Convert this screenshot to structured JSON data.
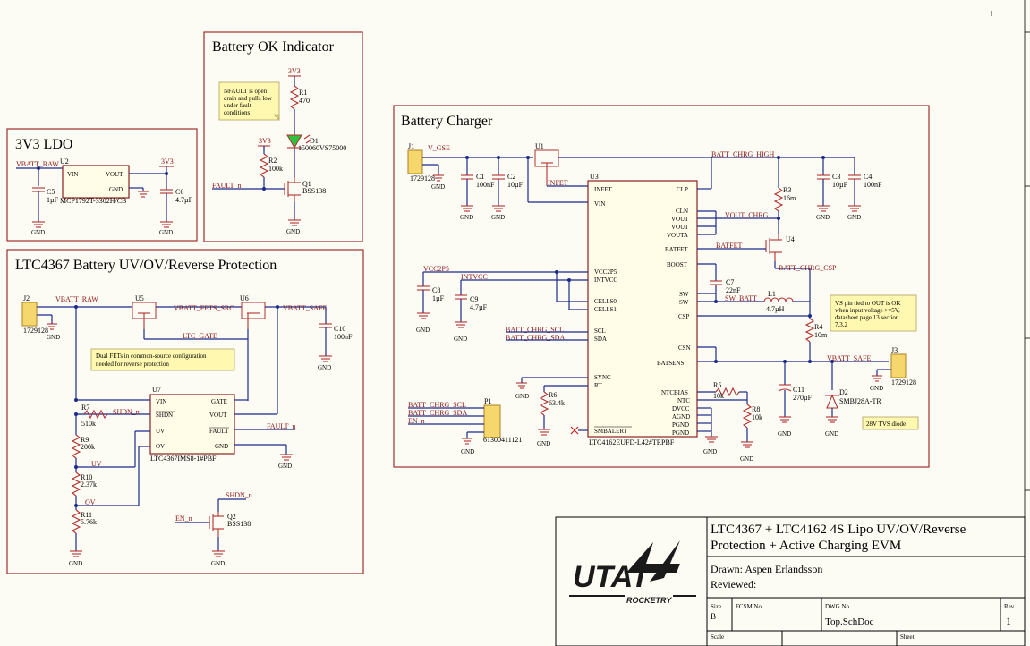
{
  "sections": {
    "battery_ok": "Battery OK Indicator",
    "ldo": "3V3 LDO",
    "charger": "Battery Charger",
    "protection": "LTC4367 Battery UV/OV/Reverse Protection"
  },
  "notes": {
    "nfault": "NFAULT is open drain and pulls low under fault conditions",
    "nfault_lines": [
      "NFAULT is open",
      "drain and pulls low",
      "under fault",
      "conditions"
    ],
    "dual_fets_lines": [
      "Dual FETs in common-source configuration",
      "needed for reverse protection"
    ],
    "vs_pin_lines": [
      "VS pin tied to OUT is OK",
      "when input voltage >=5V,",
      "datasheet page 13 section",
      "7.3.2"
    ],
    "tvs": "28V TVS diode"
  },
  "nets": {
    "v3v3": "3V3",
    "vbatt_raw": "VBATT_RAW",
    "fault_n": "FAULT_n",
    "vbatt_fets_src": "VBATT_FETS_SRC",
    "vbatt_safe": "VBATT_SAFE",
    "ltc_gate": "LTC_GATE",
    "shdn_n": "SHDN_n",
    "uv": "UV",
    "ov": "OV",
    "en_n": "EN_n",
    "v_gse": "V_GSE",
    "batt_chrg_high": "BATT_CHRG_HIGH",
    "infet": "INFET",
    "vout_chrg": "VOUT_CHRG",
    "batfet": "BATFET",
    "batt_chrg_csp": "BATT_CHRG_CSP",
    "vcc2p5": "VCC2P5",
    "intvcc": "INTVCC",
    "sw_batt": "SW_BATT",
    "batt_chrg_scl": "BATT_CHRG_SCL",
    "batt_chrg_sda": "BATT_CHRG_SDA",
    "gnd": "GND"
  },
  "parts": {
    "r1": {
      "ref": "R1",
      "val": "470"
    },
    "d1": {
      "ref": "D1",
      "val": "150060VS75000"
    },
    "r2": {
      "ref": "R2",
      "val": "100k"
    },
    "q1": {
      "ref": "Q1",
      "val": "BSS138"
    },
    "u2": {
      "ref": "U2",
      "val": "MCP1792T-3302H/CB"
    },
    "c5": {
      "ref": "C5",
      "val": "1µF"
    },
    "c6": {
      "ref": "C6",
      "val": "4.7µF"
    },
    "j1": {
      "ref": "J1",
      "val": "1729128"
    },
    "c1": {
      "ref": "C1",
      "val": "100nF"
    },
    "c2": {
      "ref": "C2",
      "val": "10µF"
    },
    "u1": {
      "ref": "U1"
    },
    "u3": {
      "ref": "U3",
      "val": "LTC4162EUFD-L42#TRPBF"
    },
    "c3": {
      "ref": "C3",
      "val": "10µF"
    },
    "c4": {
      "ref": "C4",
      "val": "100nF"
    },
    "r3": {
      "ref": "R3",
      "val": "16m"
    },
    "u4": {
      "ref": "U4"
    },
    "c7": {
      "ref": "C7",
      "val": "22nF"
    },
    "l1": {
      "ref": "L1",
      "val": "4.7µH"
    },
    "c8": {
      "ref": "C8",
      "val": "1µF"
    },
    "c9": {
      "ref": "C9",
      "val": "4.7µF"
    },
    "r4": {
      "ref": "R4",
      "val": "10m"
    },
    "j3": {
      "ref": "J3",
      "val": "1729128"
    },
    "c11": {
      "ref": "C11",
      "val": "270µF"
    },
    "d2": {
      "ref": "D2",
      "val": "SMBJ28A-TR"
    },
    "r5": {
      "ref": "R5",
      "val": "10k"
    },
    "r8": {
      "ref": "R8",
      "val": "10k"
    },
    "r6": {
      "ref": "R6",
      "val": "63.4k"
    },
    "p1": {
      "ref": "P1",
      "val": "61300411121"
    },
    "j2": {
      "ref": "J2",
      "val": "1729128"
    },
    "u5": {
      "ref": "U5"
    },
    "u6": {
      "ref": "U6"
    },
    "c10": {
      "ref": "C10",
      "val": "100nF"
    },
    "u7": {
      "ref": "U7",
      "val": "LTC4367IMS8-1#PBF"
    },
    "r7": {
      "ref": "R7",
      "val": "510k"
    },
    "r9": {
      "ref": "R9",
      "val": "200k"
    },
    "r10": {
      "ref": "R10",
      "val": "2.37k"
    },
    "r11": {
      "ref": "R11",
      "val": "5.76k"
    },
    "q2": {
      "ref": "Q2",
      "val": "BSS138"
    }
  },
  "u2_pins": {
    "vin": "VIN",
    "vout": "VOUT",
    "gnd": "GND"
  },
  "u3_pins_left": [
    "INFET",
    "VIN",
    "VCC2P5",
    "INTVCC",
    "CELLS0",
    "CELLS1",
    "SCL",
    "SDA",
    "SYNC",
    "RT",
    "SMBALERT"
  ],
  "u3_pins_right": [
    "CLP",
    "CLN",
    "VOUT",
    "VOUT",
    "VOUTA",
    "BATFET",
    "BOOST",
    "SW",
    "SW",
    "CSP",
    "CSN",
    "BATSENS",
    "NTCBIAS",
    "NTC",
    "DVCC",
    "AGND",
    "PGND",
    "PGND"
  ],
  "u7_pins_left": [
    "VIN",
    "SHDN",
    "UV",
    "OV"
  ],
  "u7_pins_right": [
    "GATE",
    "VOUT",
    "FAULT",
    "GND"
  ],
  "title_block": {
    "title": "LTC4367 + LTC4162 4S Lipo UV/OV/Reverse Protection + Active Charging EVM",
    "title_line1": "LTC4367 + LTC4162 4S Lipo UV/OV/Reverse",
    "title_line2": "Protection + Active Charging EVM",
    "drawn": "Drawn: Aspen Erlandsson",
    "reviewed": "Reviewed:",
    "size_label": "Size",
    "size": "B",
    "fcsm_label": "FCSM No.",
    "dwg_label": "DWG No.",
    "dwg": "Top.SchDoc",
    "rev_label": "Rev",
    "rev": "1",
    "scale_label": "Scale",
    "sheet_label": "Sheet",
    "logo_main": "UTAT",
    "logo_sub": "ROCKETRY"
  },
  "colors": {
    "wire": "#1c2a8c",
    "component": "#b33030",
    "box": "#a03030",
    "note": "#fff8b0",
    "led": "#2fc040"
  }
}
